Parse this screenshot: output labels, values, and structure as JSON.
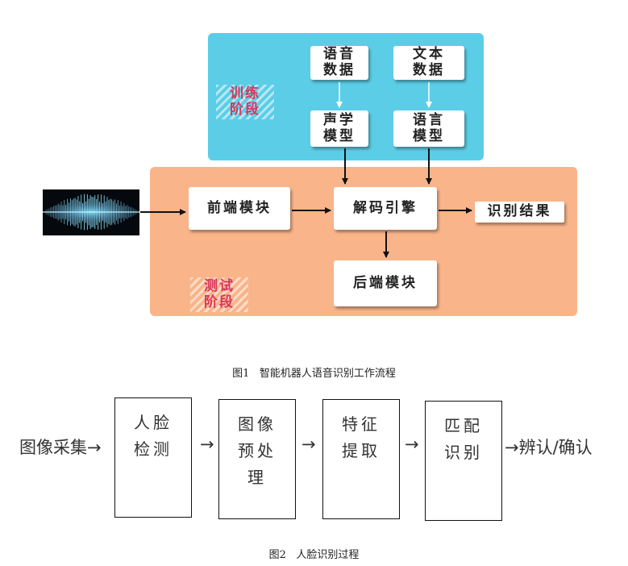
{
  "figure1": {
    "training_stage": "训练\n阶段",
    "testing_stage": "测试\n阶段",
    "speech_data": "语音\n数据",
    "text_data": "文本\n数据",
    "acoustic_model": "声学\n模型",
    "language_model": "语言\n模型",
    "frontend_module": "前端模块",
    "decoding_engine": "解码引擎",
    "recognition_result": "识别结果",
    "backend_module": "后端模块",
    "caption": "图1   智能机器人语音识别工作流程",
    "colors": {
      "training_panel": "#5ccde6",
      "testing_panel": "#f9b48a",
      "stage_text": "#d9365a"
    }
  },
  "figure2": {
    "image_capture": "图像采集→",
    "face_detection": "人脸\n检测",
    "preprocessing": "图像\n预处\n理",
    "feature_extraction": "特征\n提取",
    "matching_recognition": "匹配\n识别",
    "identify_confirm": "→辨认/确认",
    "arrow": "→",
    "caption": "图2   人脸识别过程"
  }
}
